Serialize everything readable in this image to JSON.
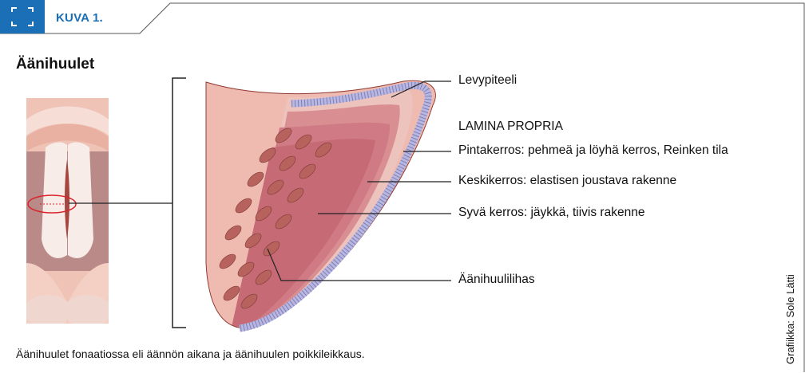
{
  "figure": {
    "number_label": "KUVA 1.",
    "title": "Äänihuulet",
    "caption": "Äänihuulet fonaatiossa eli äännön aikana ja äänihuulen poikkileikkaus.",
    "credit": "Grafiikka: Sole Lätti",
    "accent_color": "#1a6fb7"
  },
  "labels": {
    "epithelium": "Levypiteeli",
    "lamina_heading": "LAMINA PROPRIA",
    "superficial": "Pintakerros: pehmeä ja löyhä kerros, Reinken tila",
    "intermediate": "Keskikerros: elastisen joustava rakenne",
    "deep": "Syvä kerros: jäykkä, tiivis rakenne",
    "muscle": "Äänihuulilihas"
  },
  "icons": {
    "badge": "frame-corners-icon"
  }
}
